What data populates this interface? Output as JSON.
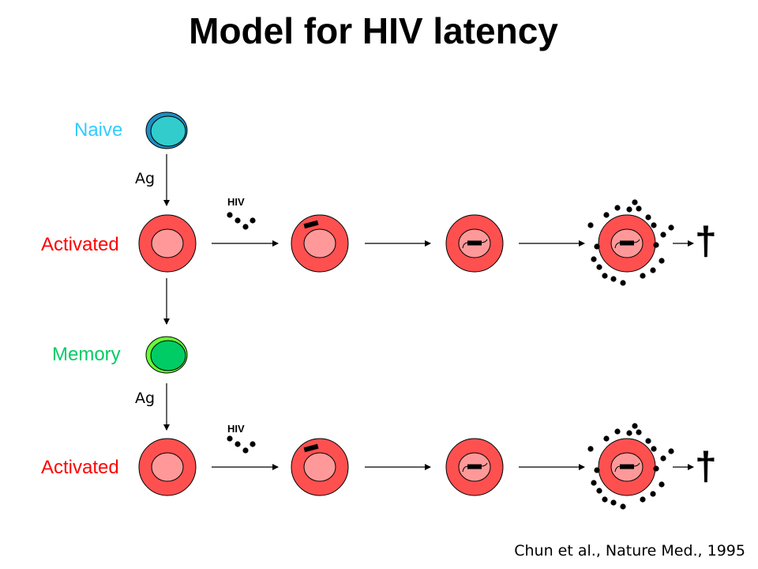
{
  "title": "Model for HIV latency",
  "labels": {
    "naive": "Naive",
    "activated_top": "Activated",
    "memory": "Memory",
    "activated_bottom": "Activated",
    "ag_top": "Ag",
    "ag_bottom": "Ag",
    "hiv_top": "HIV",
    "hiv_bottom": "HIV",
    "death_top": "†",
    "death_bottom": "†"
  },
  "citation": "Chun et al., Nature Med., 1995",
  "colors": {
    "naive_outer": "#1b8fc4",
    "naive_inner": "#33cccc",
    "naive_text": "#33ccff",
    "activated_outer": "#ff5050",
    "activated_inner": "#ff9999",
    "activated_text": "#ff0000",
    "memory_outer": "#66ff33",
    "memory_inner": "#00cc66",
    "memory_text": "#00cc66"
  },
  "stages": [
    "uninfected",
    "virus-bound",
    "integrated-provirus",
    "virus-producing"
  ]
}
